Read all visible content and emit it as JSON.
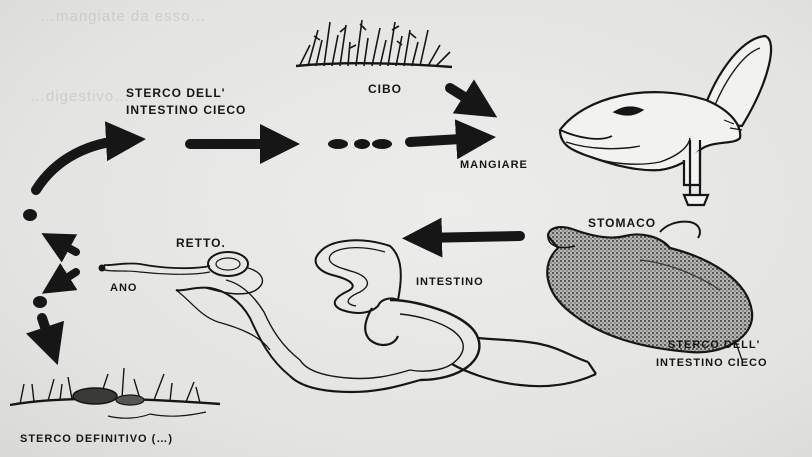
{
  "labels": {
    "cibo": "CIBO",
    "sterco_cieco_top_line1": "STERCO DELL'",
    "sterco_cieco_top_line2": "INTESTINO CIECO",
    "mangiare": "MANGIARE",
    "stomaco": "STOMACO",
    "retto": "RETTO.",
    "ano": "ANO",
    "intestino": "INTESTINO",
    "sterco_cieco_bottom_line1": "STERCO DELL'",
    "sterco_cieco_bottom_line2": "INTESTINO CIECO",
    "sterco_definitivo": "STERCO DEFINITIVO (…)"
  },
  "background_text": {
    "line1": "…mangiate da esso…",
    "line2": "…digestivo…"
  },
  "colors": {
    "ink": "#161616",
    "paper": "#e6e6e4",
    "stomach_fill": "#7a7a78"
  }
}
